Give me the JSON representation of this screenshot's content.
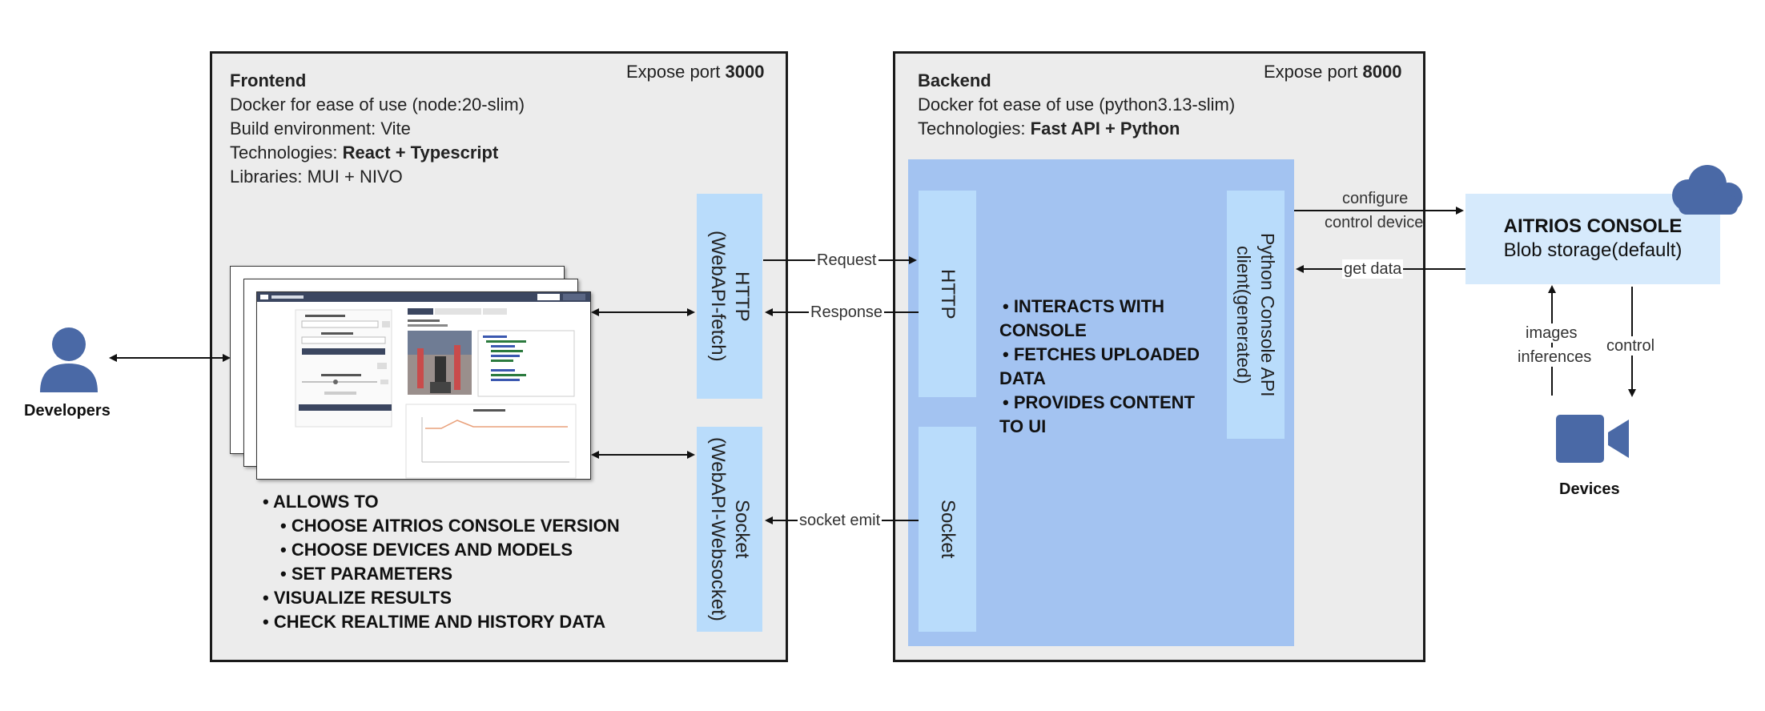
{
  "frontend": {
    "title": "Frontend",
    "expose_prefix": "Expose port ",
    "expose_port": "3000",
    "line_docker": "Docker for ease of use (node:20-slim)",
    "line_build": "Build environment: Vite",
    "tech_prefix": "Technologies: ",
    "tech_value": "React + Typescript",
    "line_libraries": "Libraries: MUI + NIVO",
    "http_box": "HTTP\n(WebAPI-fetch)",
    "socket_box": "Socket\n(WebAPI-Websocket)",
    "features": [
      "• ALLOWS TO",
      "• CHOOSE AITRIOS CONSOLE VERSION",
      "• CHOOSE DEVICES AND MODELS",
      "• SET PARAMETERS",
      "• VISUALIZE RESULTS",
      "• CHECK REALTIME AND HISTORY DATA"
    ]
  },
  "backend": {
    "title": "Backend",
    "expose_prefix": "Expose port ",
    "expose_port": "8000",
    "line_docker": "Docker fot ease of use (python3.13-slim)",
    "tech_prefix": "Technologies: ",
    "tech_value": "Fast API + Python",
    "http_box": "HTTP",
    "socket_box": "Socket",
    "api_box": "Python Console API\nclient(generated)",
    "features": [
      "• INTERACTS WITH",
      "CONSOLE",
      "• FETCHES UPLOADED",
      "DATA",
      "• PROVIDES CONTENT",
      "TO UI"
    ]
  },
  "arrows": {
    "request": "Request",
    "response": "Response",
    "socket_emit": "socket emit",
    "configure": "configure",
    "control_device": "control device",
    "get_data": "get data",
    "images": "images",
    "inferences": "inferences",
    "control": "control"
  },
  "console": {
    "title": "AITRIOS CONSOLE",
    "subtitle": "Blob storage(default)"
  },
  "actors": {
    "developers": "Developers",
    "devices": "Devices"
  },
  "colors": {
    "panel_bg": "#ececec",
    "light_blue": "#b9dcfb",
    "mid_blue": "#a3c3f1",
    "icon_blue": "#4a69a6"
  },
  "icons": [
    "person-icon",
    "cloud-icon",
    "video-camera-icon",
    "screenshot-preview"
  ]
}
